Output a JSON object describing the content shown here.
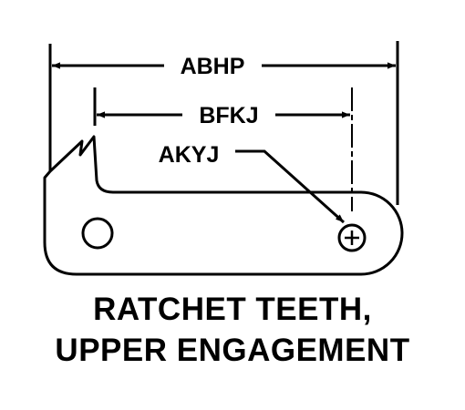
{
  "diagram": {
    "dimensions": {
      "overall_length": "ABHP",
      "inner_length": "BFKJ",
      "hole_callout": "AKYJ"
    },
    "caption": {
      "line1": "RATCHET TEETH,",
      "line2": "UPPER ENGAGEMENT"
    },
    "colors": {
      "ink": "#000000",
      "background": "#ffffff"
    }
  }
}
